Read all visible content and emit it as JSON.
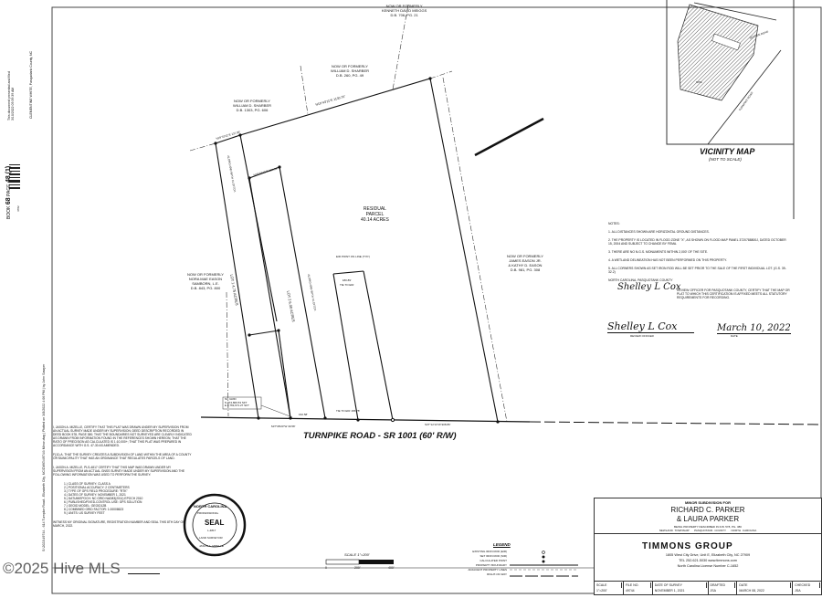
{
  "margin_stamp": {
    "book_label": "BOOK",
    "book": "68",
    "page_label": "PAGE",
    "page": "48 (1)",
    "recording_number": "4782",
    "recorded_text": "This document presented and filed",
    "recorded_datetime": "3/10/2022 09:39:39 AM",
    "register": "CLEMENTINE WHITE, Pasquotank County, NC",
    "plot_info": "S:\\2021\\49744 - 614 Turnpike Road - Elizabeth City, NC\\DWG\\49744\\ Minor.dwg | Plotted on 3/8/2022 4:06 PM | by John Sawyer"
  },
  "adjoiners": [
    {
      "line1": "NOW OR FORMERLY",
      "line2": "KENNETH DAVID MEIGGS",
      "line3": "D.B. 706, PG. 21"
    },
    {
      "line1": "NOW OR FORMERLY",
      "line2": "WILLIAM D. SHARBER",
      "line3": "D.B. 260, PG. 49"
    },
    {
      "line1": "NOW OR FORMERLY",
      "line2": "WILLIAM D. SHARBER",
      "line3": "D.B. 1303, PG. 606"
    },
    {
      "line1": "NOW OR FORMERLY",
      "line2": "NORA MAE EASON",
      "line3": "SAMBORN, L.E.",
      "line4": "D.B. 843, PG. 800"
    },
    {
      "line1": "NOW OR FORMERLY",
      "line2": "JAMES EASON JR.",
      "line3": "& KATHY D. EASON",
      "line4": "D.B. 981, PG. 308"
    }
  ],
  "parcels": {
    "residual": {
      "name": "RESIDUAL",
      "type": "PARCEL",
      "area": "40.14 ACRES"
    },
    "lot1": {
      "name": "LOT 1",
      "area": "4.75 ACRES"
    },
    "lot2": {
      "name": "LOT 2",
      "area": "6.00 ACRES"
    }
  },
  "bearings": {
    "top_line": "N19°43'11\"E   1130.70'",
    "top_short": "N19°43'11\"E  137.99'",
    "lot_top": "N19°43'11\"E  180.99'",
    "road_1": "162.58'",
    "road_2": "TIE TO EIR  165.78'",
    "road_3": "S37°12'13\"W   908.86'",
    "road_left": "S37°08'20\"W  30.58'",
    "eir_point": "EIR POINT ON LINE (TYP.)",
    "tie_eir": "TIE TO EIR",
    "tie_dist": "180.89'",
    "ditch": "ALONG AND WITH CL DITCH"
  },
  "nc_grid": {
    "label": "NC GRID",
    "n": "N  974,806.53 sFT",
    "e": "E 2,763,671.27 sFT"
  },
  "road": {
    "label": "TURNPIKE ROAD - SR 1001 (60' R/W)",
    "nc_grid_label": "NC GRID N4D 83(2011)"
  },
  "vicinity_map": {
    "title": "VICINITY MAP",
    "subtitle": "(NOT TO SCALE)",
    "site": "SITE",
    "road1": "SEXTON ROAD",
    "road2": "TURNPIKE ROAD"
  },
  "notes": {
    "heading": "NOTES:",
    "items": [
      "1. ALL DISTANCES SHOWN ARE HORIZONTAL GROUND DISTANCES.",
      "2. THE PROPERTY IS LOCATED IN FLOOD ZONE \"X\", AS SHOWN ON FLOOD MAP PANEL 3720788800J, DATED OCTOBER 15, 2004 AND SUBJECT TO CHANGE BY FEMA.",
      "3. THERE ARE NO N.G.S. MONUMENTS WITHIN 2,000' OF THE SITE.",
      "4. A WETLAND DELINEATION HAS NOT BEEN PERFORMED ON THIS PROPERTY.",
      "5. ALL CORNERS SHOWN AS SET IRON ROD WILL BE SET PRIOR TO THE SALE OF THE FIRST INDIVIDUAL LOT. (G.S. 39-32.2)"
    ],
    "review_county": "NORTH CAROLINA, PASQUOTANK COUNTY",
    "review_officer_name": "Shelley L Cox",
    "review_text": "REVIEW OFFICER FOR PASQUOTANK COUNTY, CERTIFY THAT THE MAP OR PLAT TO WHICH THIS CERTIFICATION IS AFFIXED MEETS ALL STATUTORY REQUIREMENTS FOR RECORDING.",
    "signature": "Shelley L Cox",
    "date_signed": "March 10, 2022",
    "review_officer_label": "REVIEW OFFICER",
    "date_label": "DATE"
  },
  "certification": {
    "p1": "I, JASON A. MIZELLE, CERTIFY THAT THIS PLAT WAS DRAWN UNDER MY SUPERVISION FROM AN ACTUAL SURVEY MADE UNDER MY SUPERVISION; DEED DESCRIPTION RECORDED IN DEED BOOK 578, PAGE 380; THAT THE BOUNDARIES NOT SURVEYED ARE CLEARLY INDICATED AS DRAWN FROM INFORMATION FOUND IN THE REFERENCES SHOWN HEREON; THAT THE RATIO OF PRECISION AS CALCULATED IS 1:10,000+; THAT THIS PLAT WAS PREPARED IN ACCORDANCE WITH G.S. 47-30 AS AMENDED.",
    "p2": "F(11) A. THAT THE SURVEY CREATES A SUBDIVISION OF LAND WITHIN THE AREA OF A COUNTY OR MUNICIPALITY THAT HAS AN ORDINANCE THAT REGULATES PARCELS OF LAND.",
    "p3": "I, JASON A. MIZELLE, PLS-4817 CERTIFY THAT THIS MAP WAS DRAWN UNDER MY SUPERVISION FROM AN ACTUAL GNSS SURVEY MADE UNDER MY SUPERVISION AND THE FOLLOWING INFORMATION WAS USED TO PERFORM THE SURVEY:",
    "list": [
      "1.) CLASS OF SURVEY: CLASS A",
      "2.) POSITIONAL ACCURACY: 2 CENTIMETERS",
      "3.) TYPE OF GPS FIELD PROCEDURE: \"RTK\"",
      "4.) DATES OF SURVEY: NOVEMBER 1, 2021",
      "5.) DATUM/EPOCH: NC GRID NAD83(2011) EPOCH 2010",
      "6.) PUBLISHED/FIXED-CONTROL USE: GPS SOLUTION",
      "7.) GEOID MODEL: GEOID12B",
      "8.) COMBINED GRID FACTOR: 1.00008623",
      "9.) UNITS: US SURVEY FEET"
    ],
    "witness": "WITNESS MY ORIGINAL SIGNATURE, REGISTRATION NUMBER AND SEAL THIS 8TH DAY OF MARCH, 2022."
  },
  "seal": {
    "top": "NORTH CAROLINA",
    "mid": "PROFESSIONAL",
    "center": "SEAL",
    "number": "L-4817",
    "bottom": "LAND SURVEYOR",
    "name": "JASON A. MIZELLE"
  },
  "scale": {
    "label": "SCALE 1\"=200'",
    "ticks": [
      "0",
      "200'",
      "400'"
    ]
  },
  "legend": {
    "title": "LEGEND",
    "items": [
      "EXISTING IRON ROD (EIR)",
      "SET IRON ROD (SIR)",
      "CALCULATED POINT",
      "PROPERTY BOUNDARY",
      "ADJACENT PROPERTY LINES",
      "RIGHT-OF-WAY"
    ]
  },
  "title_block": {
    "heading": "MINOR SUBDIVISION FOR",
    "owner1": "RICHARD C. PARKER",
    "owner2": "& LAURA PARKER",
    "desc": "BEING PROPERTY DESCRIBED IN D.B. 578, PG. 380",
    "township": "NEWLAND TOWNSHIP",
    "county": "PASQUOTANK COUNTY",
    "state": "NORTH CAROLINA",
    "firm": "TIMMONS GROUP",
    "address": "1805 West City Drive, Unit E, Elizabeth City, NC 27909",
    "contact": "TEL 252.621.5030 www.timmons.com",
    "license": "North Carolina License Number C-1652",
    "cells": [
      {
        "label": "SCALE",
        "value": "1\"=200'"
      },
      {
        "label": "FILE NO.",
        "value": "49744"
      },
      {
        "label": "DATE OF SURVEY",
        "value": "NOVEMBER 1, 2021"
      },
      {
        "label": "DRAFTED",
        "value": "JSA"
      },
      {
        "label": "DATE",
        "value": "MARCH 08, 2022"
      },
      {
        "label": "CHECKED",
        "value": "JSA"
      }
    ]
  },
  "watermark": "©2025 Hive MLS"
}
